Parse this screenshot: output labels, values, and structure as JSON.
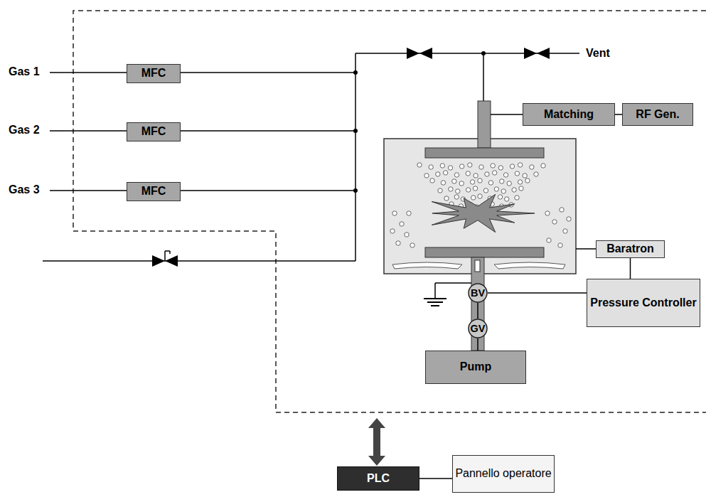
{
  "diagram": {
    "nodes": [
      {
        "text": [
          "MFC"
        ]
      },
      {
        "text": [
          "Matching"
        ]
      },
      {
        "text": [
          "RF Gen."
        ]
      },
      {
        "text": [
          "MFC"
        ]
      },
      {
        "text": [
          "MFC"
        ]
      },
      {
        "text": [
          "Baratron"
        ]
      },
      {
        "text": [
          "BV"
        ]
      },
      {
        "text": [
          "Pressure Controller"
        ]
      },
      {
        "text": [
          "GV"
        ]
      },
      {
        "text": [
          "Pump"
        ]
      },
      {
        "text": [
          "PLC"
        ]
      },
      {
        "text": [
          "Pannello operatore"
        ]
      }
    ],
    "edges": [
      {
        "from": 1,
        "to": 2,
        "arrow": "none"
      },
      {
        "from": 5,
        "to": 7,
        "arrow": "none"
      },
      {
        "from": 7,
        "to": 6,
        "arrow": "none"
      },
      {
        "from": 6,
        "to": 8,
        "arrow": "none"
      },
      {
        "from": 8,
        "to": 9,
        "arrow": "none"
      },
      {
        "from": 10,
        "to": 11,
        "arrow": "none"
      }
    ],
    "labels": [
      "Gas 1",
      "Gas 2",
      "Gas 3",
      "Vent"
    ]
  }
}
